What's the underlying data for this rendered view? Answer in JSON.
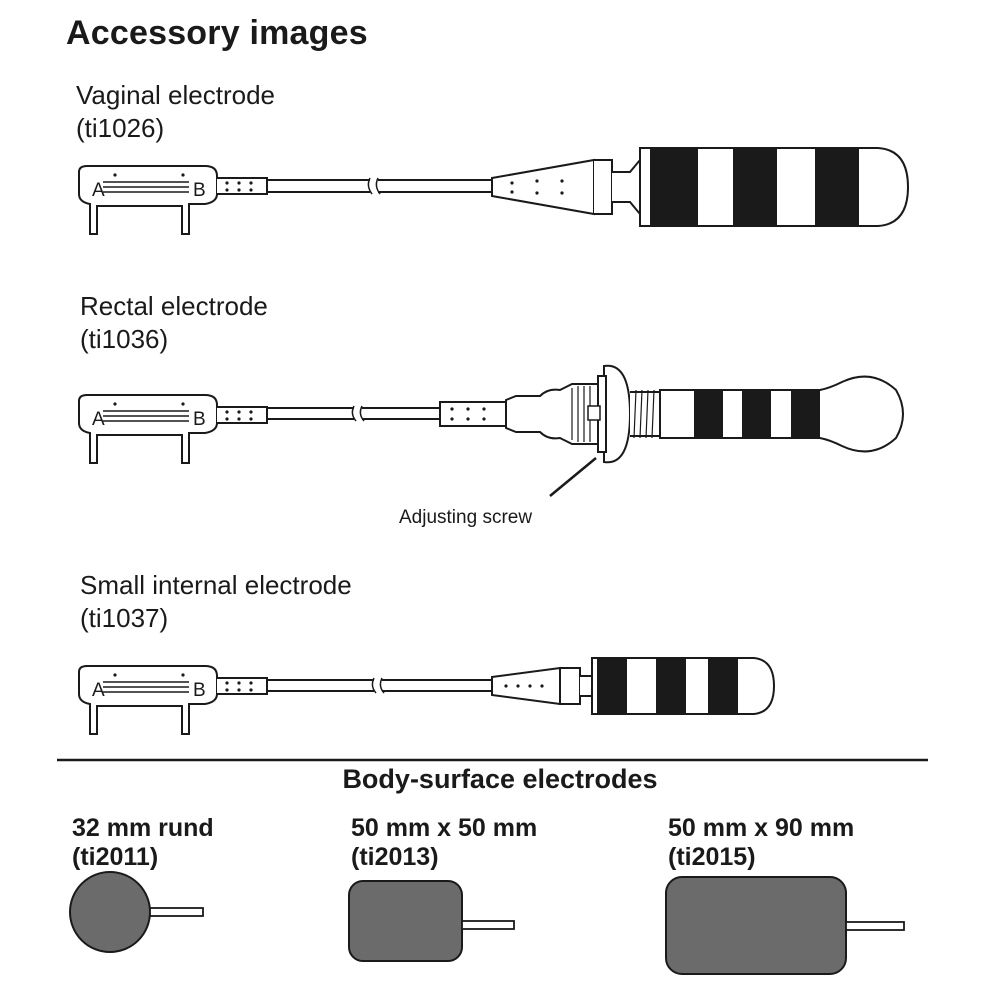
{
  "page": {
    "title": "Accessory images"
  },
  "internal_electrodes": [
    {
      "name": "Vaginal electrode",
      "code": "(ti1026)"
    },
    {
      "name": "Rectal electrode",
      "code": "(ti1036)",
      "callout": "Adjusting screw"
    },
    {
      "name": "Small internal electrode",
      "code": "(ti1037)"
    }
  ],
  "connector": {
    "label_a": "A",
    "label_b": "B"
  },
  "surface": {
    "title": "Body-surface electrodes",
    "pads": [
      {
        "size": "32 mm rund",
        "code": "(ti2011)"
      },
      {
        "size": "50 mm x 50 mm",
        "code": "(ti2013)"
      },
      {
        "size": "50 mm x 90 mm",
        "code": "(ti2015)"
      }
    ]
  },
  "colors": {
    "ink": "#1a1a1a",
    "pad_fill": "#6b6b6b",
    "background": "#ffffff"
  }
}
